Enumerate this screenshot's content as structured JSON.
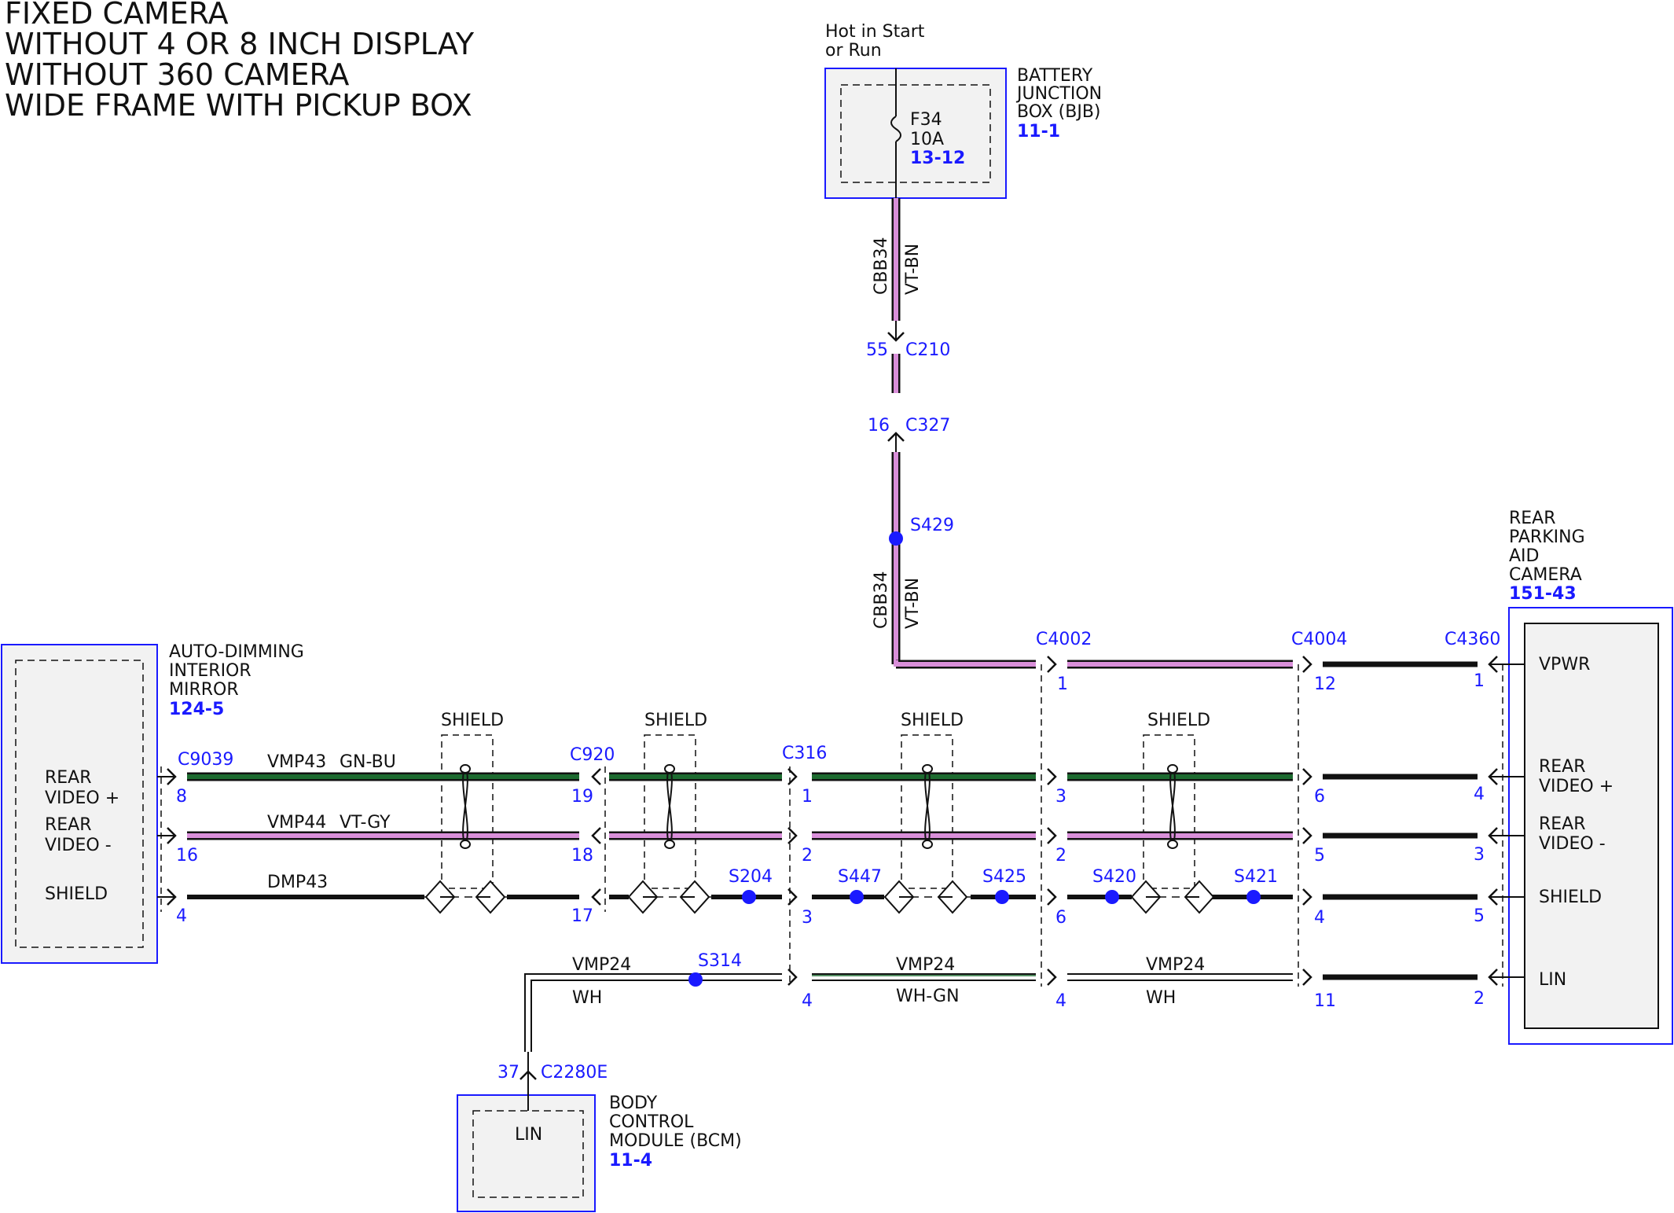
{
  "title_lines": [
    "FIXED CAMERA",
    "WITHOUT 4 OR 8 INCH DISPLAY",
    "WITHOUT 360 CAMERA",
    "WIDE FRAME WITH PICKUP BOX"
  ],
  "colors": {
    "component_border": "#1a1aff",
    "label_blue": "#1a1aff",
    "wire_vt_bn": "#d98fd9",
    "wire_gn_bu": "#1d6b30",
    "wire_black": "#111111",
    "wire_wh": "#ffffff",
    "wire_wh_gn": "#1d6b30",
    "splice": "#1a1aff"
  },
  "power_feed": {
    "label": [
      "Hot in Start",
      "or Run"
    ],
    "fuse": {
      "name": "F34",
      "rating": "10A",
      "ref": "13-12"
    }
  },
  "components": {
    "bjb": {
      "name": [
        "BATTERY",
        "JUNCTION",
        "BOX (BJB)"
      ],
      "ref": "11-1"
    },
    "mirror": {
      "name": [
        "AUTO-DIMMING",
        "INTERIOR",
        "MIRROR"
      ],
      "ref": "124-5",
      "pins": [
        "REAR",
        "VIDEO +",
        "REAR",
        "VIDEO -",
        "SHIELD"
      ]
    },
    "camera": {
      "name": [
        "REAR",
        "PARKING",
        "AID",
        "CAMERA"
      ],
      "ref": "151-43",
      "pins": [
        "VPWR",
        "REAR",
        "VIDEO +",
        "REAR",
        "VIDEO -",
        "SHIELD",
        "LIN"
      ]
    },
    "bcm": {
      "name": [
        "BODY",
        "CONTROL",
        "MODULE (BCM)"
      ],
      "ref": "11-4",
      "pin": "LIN"
    }
  },
  "wires": {
    "cbb34": {
      "circuit": "CBB34",
      "color": "VT-BN"
    },
    "vmp43": {
      "circuit": "VMP43",
      "color": "GN-BU"
    },
    "vmp44": {
      "circuit": "VMP44",
      "color": "VT-GY"
    },
    "dmp43": {
      "circuit": "DMP43"
    },
    "vmp24_a": {
      "circuit": "VMP24",
      "color": "WH"
    },
    "vmp24_b": {
      "circuit": "VMP24",
      "color": "WH-GN"
    },
    "vmp24_c": {
      "circuit": "VMP24",
      "color": "WH"
    }
  },
  "connectors": {
    "c210": {
      "name": "C210",
      "pin": "55"
    },
    "c327": {
      "name": "C327",
      "pin": "16"
    },
    "c2280e": {
      "name": "C2280E",
      "pin": "37"
    },
    "c9039": {
      "name": "C9039",
      "pins": [
        "8",
        "16",
        "4"
      ]
    },
    "c920": {
      "name": "C920",
      "pins": [
        "19",
        "18",
        "17"
      ]
    },
    "c316": {
      "name": "C316",
      "pins": [
        "1",
        "2",
        "3",
        "4"
      ]
    },
    "c4002": {
      "name": "C4002",
      "pins": [
        "1",
        "3",
        "2",
        "6",
        "4"
      ]
    },
    "c4004": {
      "name": "C4004",
      "pins": [
        "12",
        "6",
        "5",
        "4",
        "11"
      ]
    },
    "c4360": {
      "name": "C4360",
      "pins": [
        "1",
        "4",
        "3",
        "5",
        "2"
      ]
    }
  },
  "splices": {
    "s429": "S429",
    "s204": "S204",
    "s447": "S447",
    "s425": "S425",
    "s420": "S420",
    "s421": "S421",
    "s314": "S314"
  },
  "shield_label": "SHIELD"
}
